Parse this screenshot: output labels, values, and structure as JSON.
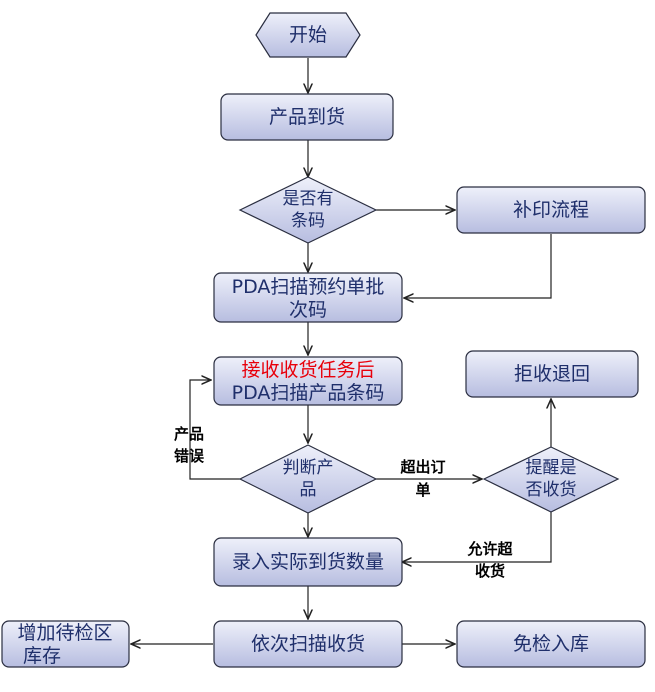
{
  "nodes": {
    "start": "开始",
    "arrival": "产品到货",
    "has_barcode_1": "是否有",
    "has_barcode_2": "条码",
    "reprint": "补印流程",
    "scan_batch_1": "PDA扫描预约单批",
    "scan_batch_2": "次码",
    "receive_task": "接收收货任务后",
    "scan_product": "PDA扫描产品条码",
    "judge_1": "判断产",
    "judge_2": "品",
    "reject": "拒收退回",
    "remind_1": "提醒是",
    "remind_2": "否收货",
    "enter_qty": "录入实际到货数量",
    "receive_seq": "依次扫描收货",
    "pending_1": "增加待检区",
    "pending_2": "库存",
    "exempt": "免检入库"
  },
  "edges": {
    "wrong_1": "产品",
    "wrong_2": "错误",
    "over_order_1": "超出订",
    "over_order_2": "单",
    "allow_over_1": "允许超",
    "allow_over_2": "收货"
  },
  "colors": {
    "node_fill_top": "#eef0fa",
    "node_fill_bottom": "#b7bde0",
    "node_stroke": "#2a2e40",
    "text": "#1f2f6b",
    "highlight": "#e8000b"
  }
}
